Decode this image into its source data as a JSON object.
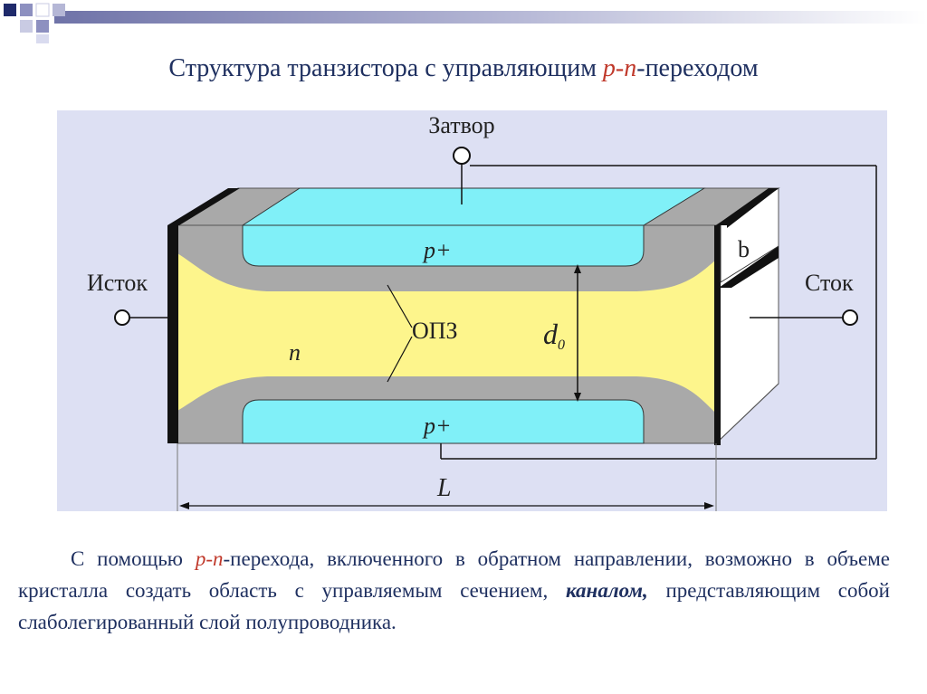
{
  "title": {
    "before": "Структура транзистора с управляющим ",
    "pn": "p-n",
    "after": "-переходом"
  },
  "labels": {
    "gate": "Затвор",
    "source": "Исток",
    "drain": "Сток",
    "p_top": "p+",
    "p_bottom": "p+",
    "n_region": "n",
    "depletion": "ОПЗ",
    "d0": "d",
    "d0_sub": "0",
    "b": "b",
    "L": "L"
  },
  "body": {
    "part1": "С помощью ",
    "pn": "p-n",
    "part2": "-перехода, включенного в обратном направлении, возможно в объеме кристалла создать область с управляемым сечением, ",
    "emph": "каналом,",
    "part3": " представляющим собой слаболегированный слой полупроводника."
  },
  "colors": {
    "title": "#1f3060",
    "accent": "#c0392b",
    "panel": "#dde0f3",
    "channel": "#fdf58c",
    "depletion": "#aaaaaa",
    "p_region": "#80f0f8"
  }
}
